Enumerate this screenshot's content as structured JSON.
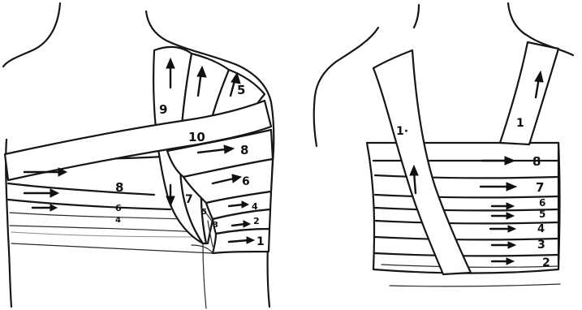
{
  "figures": {
    "front_view": {
      "labels": {
        "l1": "1",
        "l2": "2",
        "l3": "3",
        "l4": "4",
        "l4b": "4",
        "l5": "5",
        "l5b": "5",
        "l6": "6",
        "l6b": "6",
        "l7": "7",
        "l8": "8",
        "l8b": "8",
        "l9": "9",
        "l10": "10"
      }
    },
    "back_view": {
      "labels": {
        "l1a": "1",
        "l1b": "1·",
        "l2": "2",
        "l3": "3",
        "l4": "4",
        "l5": "5",
        "l6": "6",
        "l7": "7",
        "l8": "8"
      }
    }
  }
}
